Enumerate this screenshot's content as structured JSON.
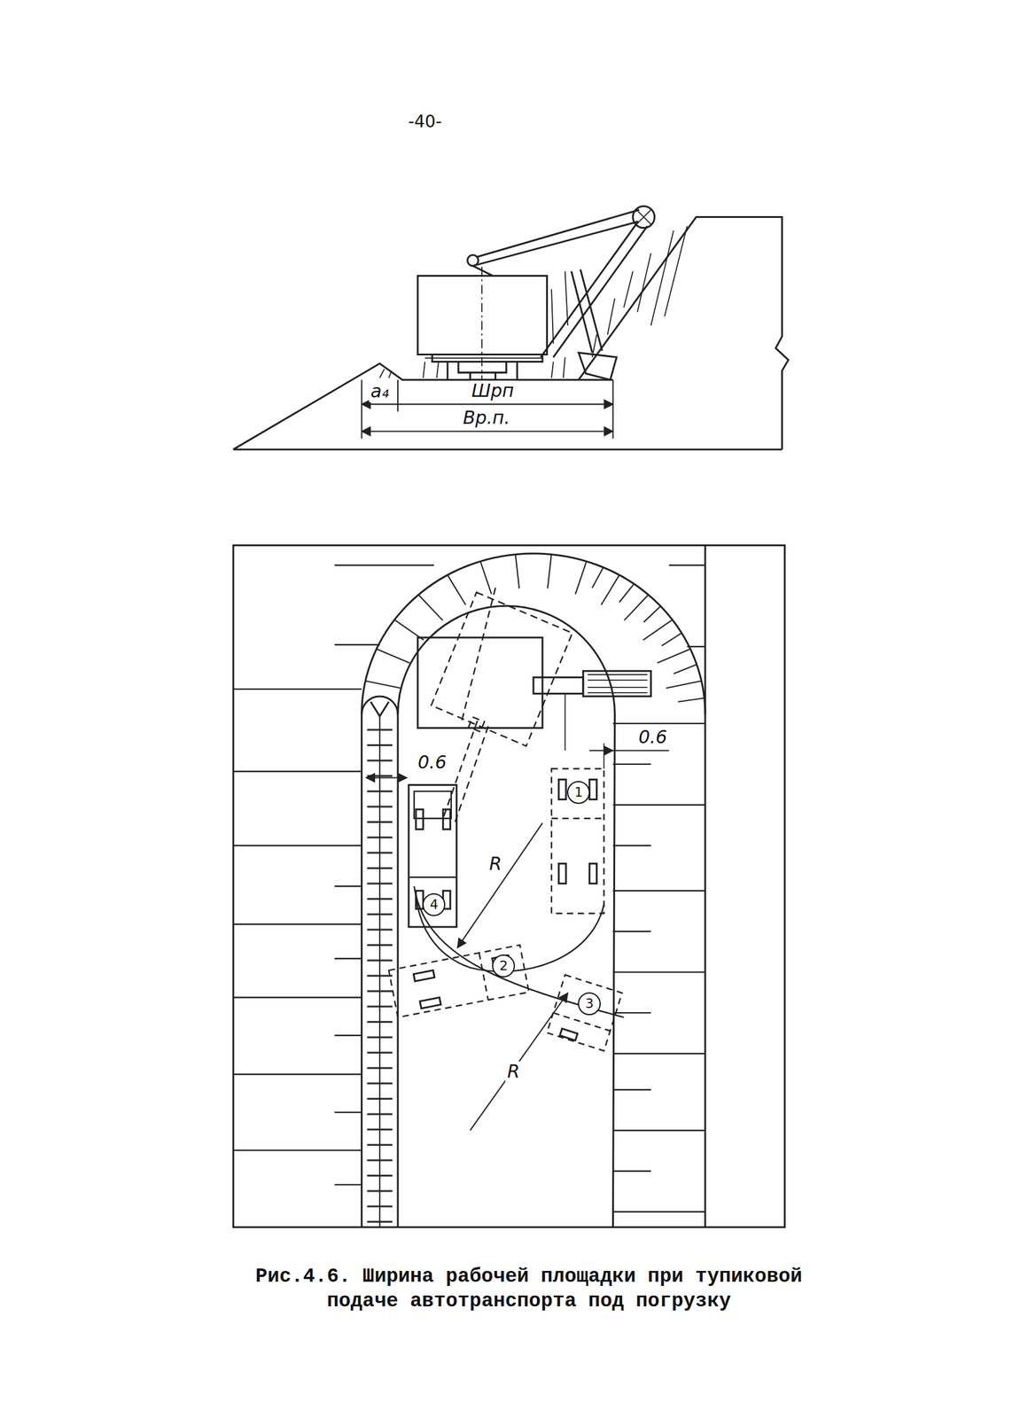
{
  "diagram": {
    "caption": "Рис.4.6. Ширина рабочей площадки при тупиковой подаче автотранспорта под погрузку",
    "nodes": [
      {
        "text": [
          "1"
        ]
      },
      {
        "text": [
          "4"
        ]
      },
      {
        "text": [
          "2"
        ]
      },
      {
        "text": [
          "3"
        ]
      }
    ],
    "labels": [
      "-40-",
      "a₄",
      "Шрп",
      "Вр.п.",
      "0.6",
      "0.6",
      "R",
      "R"
    ]
  }
}
